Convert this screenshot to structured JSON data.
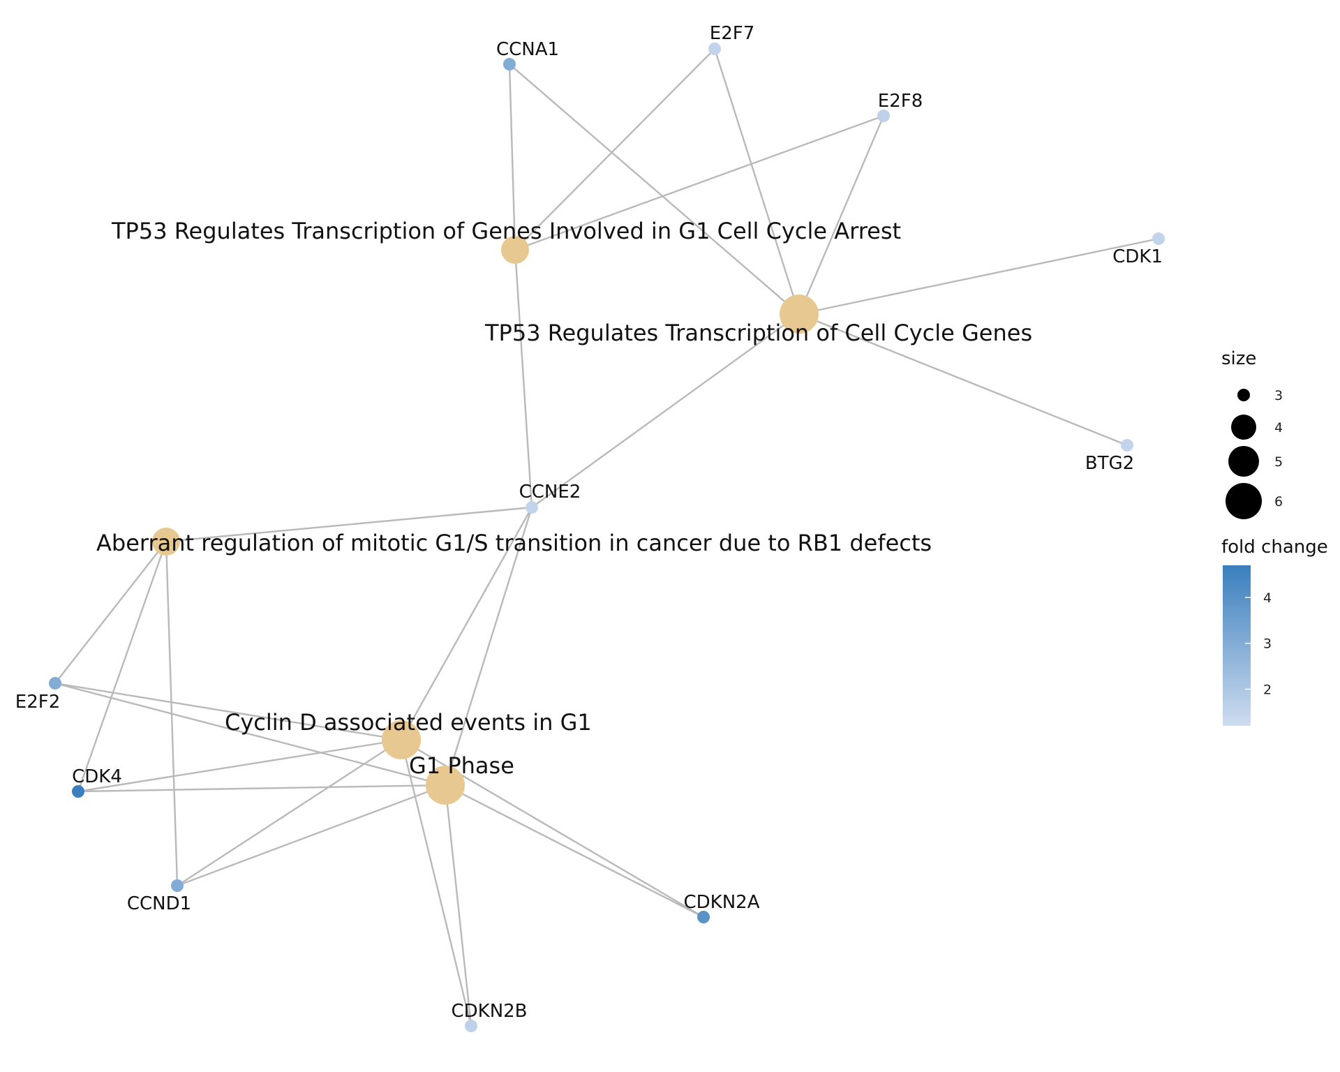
{
  "network": {
    "pathways": [
      {
        "id": "tp53_g1",
        "label": "TP53 Regulates Transcription of Genes Involved in G1 Cell Cycle Arrest",
        "size": 4
      },
      {
        "id": "tp53_cc",
        "label": "TP53 Regulates Transcription of Cell Cycle Genes",
        "size": 6
      },
      {
        "id": "aberrant",
        "label": "Aberrant regulation of mitotic G1/S transition in cancer due to RB1 defects",
        "size": 4
      },
      {
        "id": "cyclind",
        "label": "Cyclin D associated events in G1",
        "size": 6
      },
      {
        "id": "g1phase",
        "label": "G1 Phase",
        "size": 6
      }
    ],
    "genes": [
      {
        "id": "CCNA1",
        "label": "CCNA1",
        "fold_change": 3.0
      },
      {
        "id": "E2F7",
        "label": "E2F7",
        "fold_change": 1.5
      },
      {
        "id": "E2F8",
        "label": "E2F8",
        "fold_change": 1.6
      },
      {
        "id": "CDK1",
        "label": "CDK1",
        "fold_change": 1.5
      },
      {
        "id": "BTG2",
        "label": "BTG2",
        "fold_change": 1.5
      },
      {
        "id": "CCNE2",
        "label": "CCNE2",
        "fold_change": 1.5
      },
      {
        "id": "E2F2",
        "label": "E2F2",
        "fold_change": 3.0
      },
      {
        "id": "CDK4",
        "label": "CDK4",
        "fold_change": 4.7
      },
      {
        "id": "CCND1",
        "label": "CCND1",
        "fold_change": 3.0
      },
      {
        "id": "CDKN2A",
        "label": "CDKN2A",
        "fold_change": 4.0
      },
      {
        "id": "CDKN2B",
        "label": "CDKN2B",
        "fold_change": 1.6
      }
    ],
    "edges": [
      [
        "tp53_g1",
        "CCNA1"
      ],
      [
        "tp53_g1",
        "E2F7"
      ],
      [
        "tp53_g1",
        "E2F8"
      ],
      [
        "tp53_g1",
        "CCNE2"
      ],
      [
        "tp53_cc",
        "CCNA1"
      ],
      [
        "tp53_cc",
        "E2F7"
      ],
      [
        "tp53_cc",
        "E2F8"
      ],
      [
        "tp53_cc",
        "CDK1"
      ],
      [
        "tp53_cc",
        "BTG2"
      ],
      [
        "tp53_cc",
        "CCNE2"
      ],
      [
        "aberrant",
        "CCNE2"
      ],
      [
        "aberrant",
        "E2F2"
      ],
      [
        "aberrant",
        "CDK4"
      ],
      [
        "aberrant",
        "CCND1"
      ],
      [
        "cyclind",
        "CCNE2"
      ],
      [
        "cyclind",
        "E2F2"
      ],
      [
        "cyclind",
        "CDK4"
      ],
      [
        "cyclind",
        "CCND1"
      ],
      [
        "cyclind",
        "CDKN2A"
      ],
      [
        "cyclind",
        "CDKN2B"
      ],
      [
        "g1phase",
        "CCNE2"
      ],
      [
        "g1phase",
        "E2F2"
      ],
      [
        "g1phase",
        "CDK4"
      ],
      [
        "g1phase",
        "CCND1"
      ],
      [
        "g1phase",
        "CDKN2A"
      ],
      [
        "g1phase",
        "CDKN2B"
      ]
    ]
  },
  "colors": {
    "pathway_node": "#e8c891",
    "edge": "#b9b9b9",
    "fold_low": "#cfdcef",
    "fold_high": "#3a7fbd"
  },
  "legend": {
    "size_title": "size",
    "size_items": [
      3,
      4,
      5,
      6
    ],
    "fold_title": "fold change",
    "fold_ticks": [
      2,
      3,
      4
    ],
    "fold_range": [
      1.2,
      4.7
    ]
  }
}
